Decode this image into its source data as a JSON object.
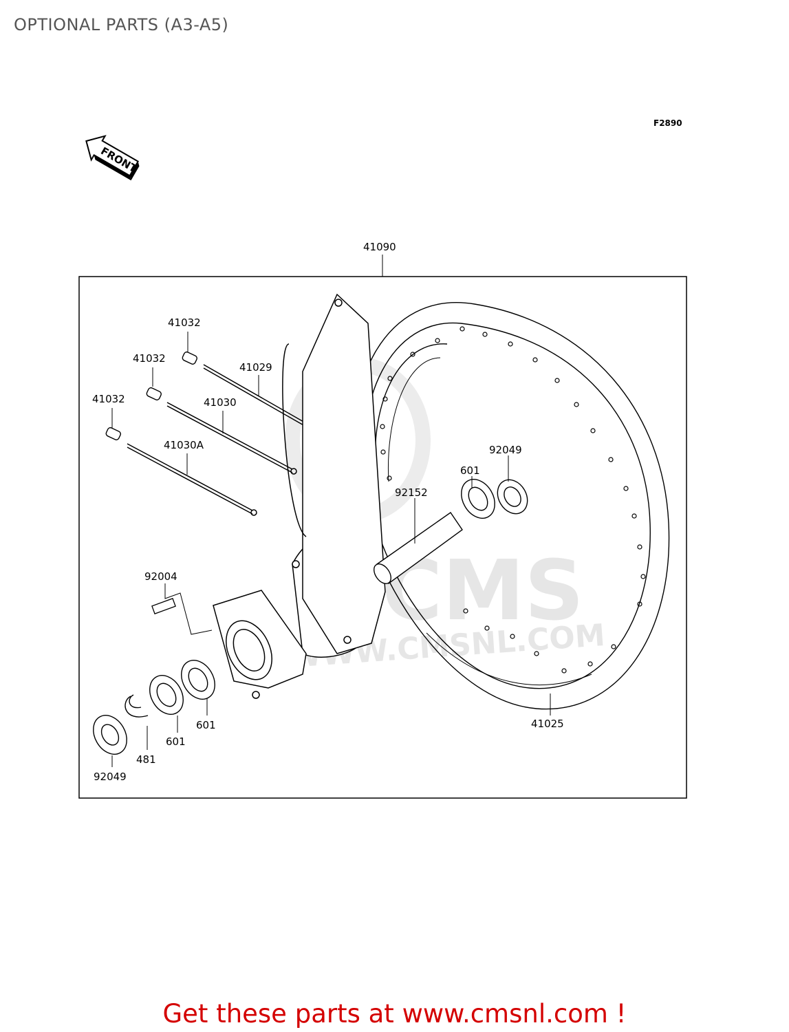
{
  "page": {
    "title": "OPTIONAL PARTS (A3-A5)",
    "figure_code": "F2890",
    "front_label": "FRONT",
    "footer": "Get these parts at www.cmsnl.com !"
  },
  "watermark": {
    "brand": "CMS",
    "url": "WWW.CMSNL.COM"
  },
  "parts": {
    "assembly": "41090",
    "nipple_1": "41032",
    "nipple_2": "41032",
    "nipple_3": "41032",
    "spoke_a": "41029",
    "spoke_b": "41030",
    "spoke_c": "41030A",
    "bolt": "92004",
    "collar": "92152",
    "bearing_right": "601",
    "seal_right": "92049",
    "bearing_left_inner": "601",
    "bearing_left_outer": "601",
    "circlip": "481",
    "seal_left": "92049",
    "rim": "41025"
  }
}
